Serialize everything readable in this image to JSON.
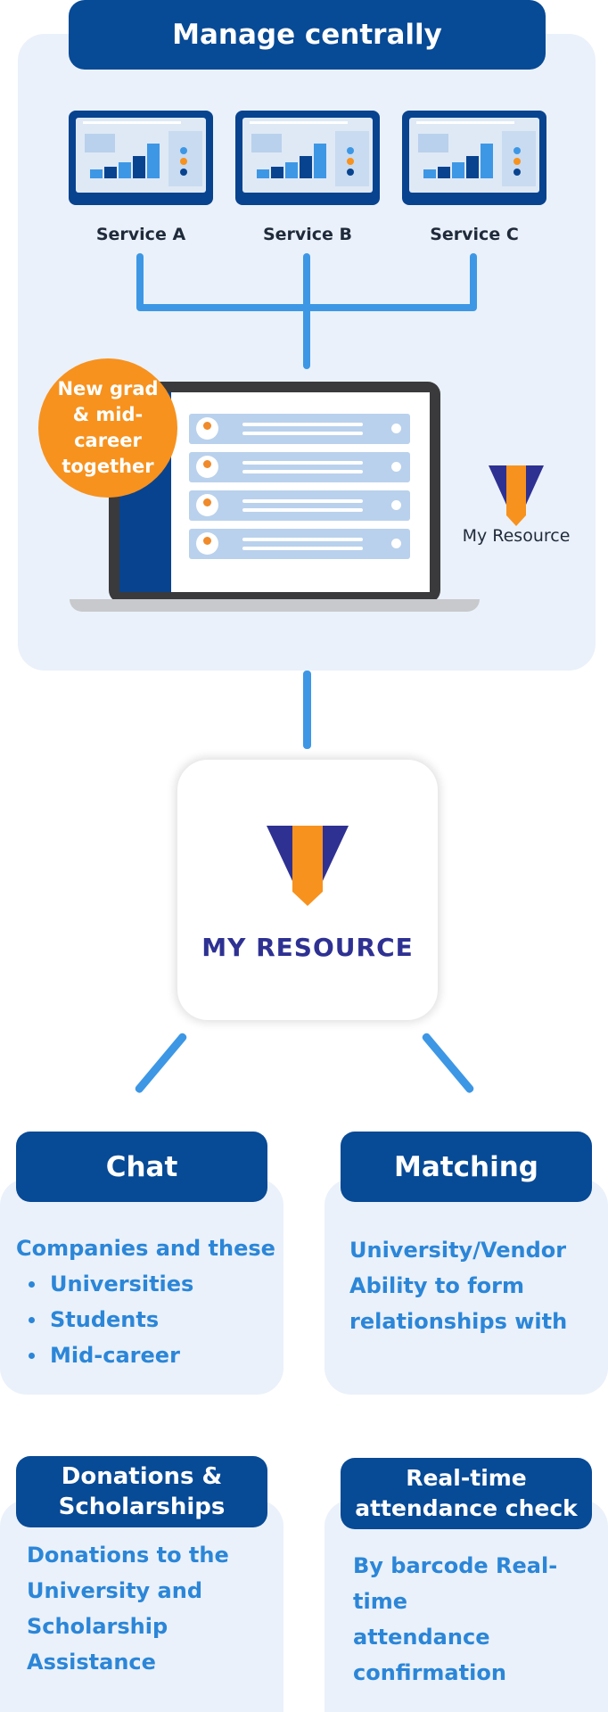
{
  "header": {
    "title": "Manage centrally"
  },
  "services": [
    {
      "label": "Service A"
    },
    {
      "label": "Service B"
    },
    {
      "label": "Service C"
    }
  ],
  "badge": {
    "text": "New grad & mid-career together"
  },
  "brand_small": {
    "label": "My Resource"
  },
  "brand_large": {
    "label": "MY RESOURCE"
  },
  "features": {
    "chat": {
      "title": "Chat",
      "intro": "Companies and these",
      "items": [
        "Universities",
        "Students",
        "Mid-career"
      ]
    },
    "matching": {
      "title": "Matching",
      "lines": [
        "University/Vendor",
        "Ability to form",
        "relationships with"
      ]
    },
    "donations": {
      "title_line1": "Donations &",
      "title_line2": "Scholarships",
      "lines": [
        "Donations to the",
        "University and",
        "Scholarship",
        "Assistance"
      ]
    },
    "attendance": {
      "title_line1": "Real-time",
      "title_line2": "attendance check",
      "lines": [
        "By barcode Real-time",
        "attendance",
        "confirmation"
      ]
    }
  },
  "colors": {
    "navy": "#074a96",
    "accent_blue": "#3d97e5",
    "text_blue": "#2b86d8",
    "orange": "#f7921e",
    "panel_bg": "#eaf1fa",
    "logo_purple": "#2e3192"
  },
  "icons": [
    "monitor-icon",
    "laptop-icon",
    "avatar-icon",
    "check-icon",
    "my-resource-logo"
  ]
}
